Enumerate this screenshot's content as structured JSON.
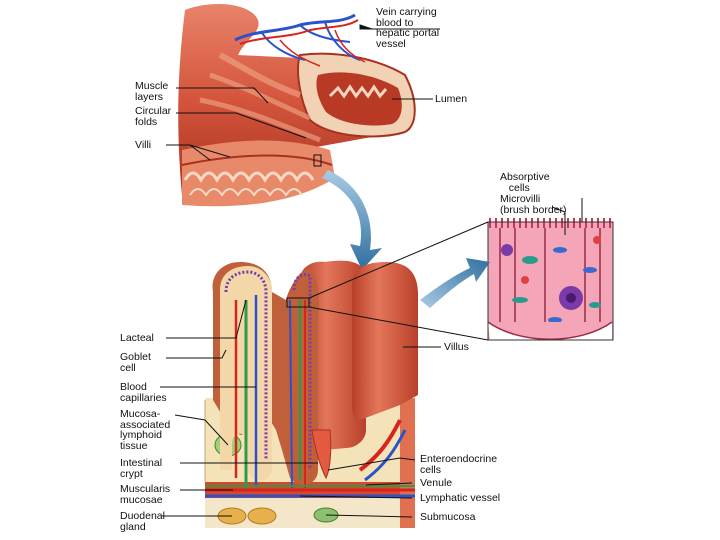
{
  "labels": {
    "vein": "Vein carrying\nblood to\nhepatic portal\nvessel",
    "muscle_layers": "Muscle\nlayers",
    "circular_folds": "Circular\nfolds",
    "villi": "Villi",
    "lumen": "Lumen",
    "absorptive_cells": "Absorptive\n   cells",
    "microvilli": "Microvilli\n(brush border)",
    "villus": "Villus",
    "lacteal": "Lacteal",
    "goblet_cell": "Goblet\ncell",
    "blood_capillaries": "Blood\ncapillaries",
    "malt": "Mucosa-\nassociated\nlymphoid\ntissue",
    "intestinal_crypt": "Intestinal\ncrypt",
    "muscularis_mucosae": "Muscularis\nmucosae",
    "duodenal_gland": "Duodenal\ngland",
    "enteroendocrine_cells": "Enteroendocrine\ncells",
    "venule": "Venule",
    "lymphatic_vessel": "Lymphatic vessel",
    "submucosa": "Submucosa"
  },
  "colors": {
    "tissue": "#d9593f",
    "tissue_light": "#f0a98a",
    "tissue_dark": "#a8321f",
    "vein": "#2a53c9",
    "artery": "#d8251c",
    "lacteal": "#2e9a4a",
    "cell_pink": "#f5b6c4",
    "nucleus": "#7a3aa8",
    "arrow": "#3e7fb0"
  }
}
